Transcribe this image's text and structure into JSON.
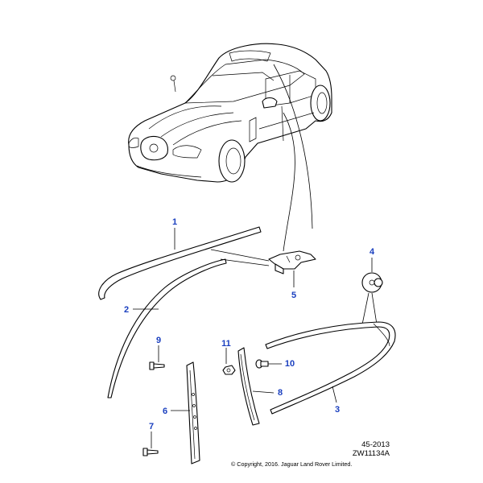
{
  "callouts": {
    "c1": "1",
    "c2": "2",
    "c3": "3",
    "c4": "4",
    "c5": "5",
    "c6": "6",
    "c7": "7",
    "c8": "8",
    "c9": "9",
    "c10": "10",
    "c11": "11"
  },
  "footer": {
    "date_code": "45-2013",
    "drawing_number": "ZW11134A",
    "copyright": "© Copyright, 2016. Jaguar Land Rover Limited."
  },
  "colors": {
    "callout": "#1a3fbf",
    "line": "#000000",
    "background": "#ffffff"
  }
}
